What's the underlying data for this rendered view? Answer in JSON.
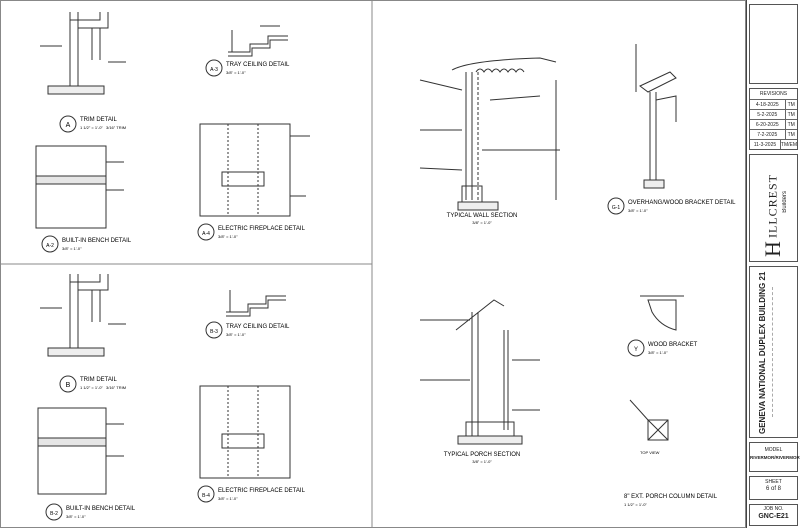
{
  "details": {
    "trim_a": {
      "tag": "A",
      "title": "TRIM DETAIL",
      "scale": "1 1/2\" = 1'-0\"",
      "scale2": "3/16\" TRIM"
    },
    "tray_a3": {
      "tag": "A-3",
      "title": "TRAY CEILING DETAIL",
      "scale": "3/8\" = 1'-0\""
    },
    "bench_a2": {
      "tag": "A-2",
      "title": "BUILT-IN BENCH DETAIL",
      "scale": "3/8\" = 1'-0\""
    },
    "fire_a4": {
      "tag": "A-4",
      "title": "ELECTRIC FIREPLACE DETAIL",
      "scale": "3/8\" = 1'-0\""
    },
    "wall": {
      "title": "TYPICAL WALL SECTION",
      "scale": "3/8\" = 1'-0\""
    },
    "overhang": {
      "tag": "G-1",
      "title": "OVERHANG/WOOD BRACKET DETAIL",
      "scale": "3/8\" = 1'-0\""
    },
    "trim_b": {
      "tag": "B",
      "title": "TRIM DETAIL",
      "scale": "1 1/2\" = 1'-0\"",
      "scale2": "3/16\" TRIM"
    },
    "tray_b3": {
      "tag": "B-3",
      "title": "TRAY CEILING DETAIL",
      "scale": "3/8\" = 1'-0\""
    },
    "bench_b2": {
      "tag": "B-2",
      "title": "BUILT-IN BENCH DETAIL",
      "scale": "3/8\" = 1'-0\""
    },
    "fire_b4": {
      "tag": "B-4",
      "title": "ELECTRIC FIREPLACE DETAIL",
      "scale": "3/8\" = 1'-0\""
    },
    "porch": {
      "title": "TYPICAL PORCH SECTION",
      "scale": "3/8\" = 1'-0\""
    },
    "bracket": {
      "tag": "Y",
      "title": "WOOD BRACKET",
      "scale": "3/8\" = 1'-0\""
    },
    "column": {
      "title": "8\" EXT. PORCH COLUMN DETAIL",
      "scale": "1 1/2\" = 1'-0\"",
      "top_view": "TOP VIEW"
    }
  },
  "titleblock": {
    "revisions_label": "REVISIONS",
    "revisions": [
      {
        "date": "4-18-2025",
        "by": "TM"
      },
      {
        "date": "5-2-2025",
        "by": "TM"
      },
      {
        "date": "6-20-2025",
        "by": "TM"
      },
      {
        "date": "7-2-2025",
        "by": "TM"
      },
      {
        "date": "11-3-2025",
        "by": "TM/EM"
      }
    ],
    "brand_letter": "H",
    "brand_name": "ILLCREST",
    "brand_sub": "Builders",
    "project": "GENEVA NATIONAL DUPLEX BUILDING 21",
    "model_label": "MODEL",
    "model": "RIVERMOR/RIVERMOR",
    "sheet_label": "SHEET",
    "sheet": "6 of 8",
    "job_label": "JOB NO.",
    "job": "GNC-E21"
  }
}
